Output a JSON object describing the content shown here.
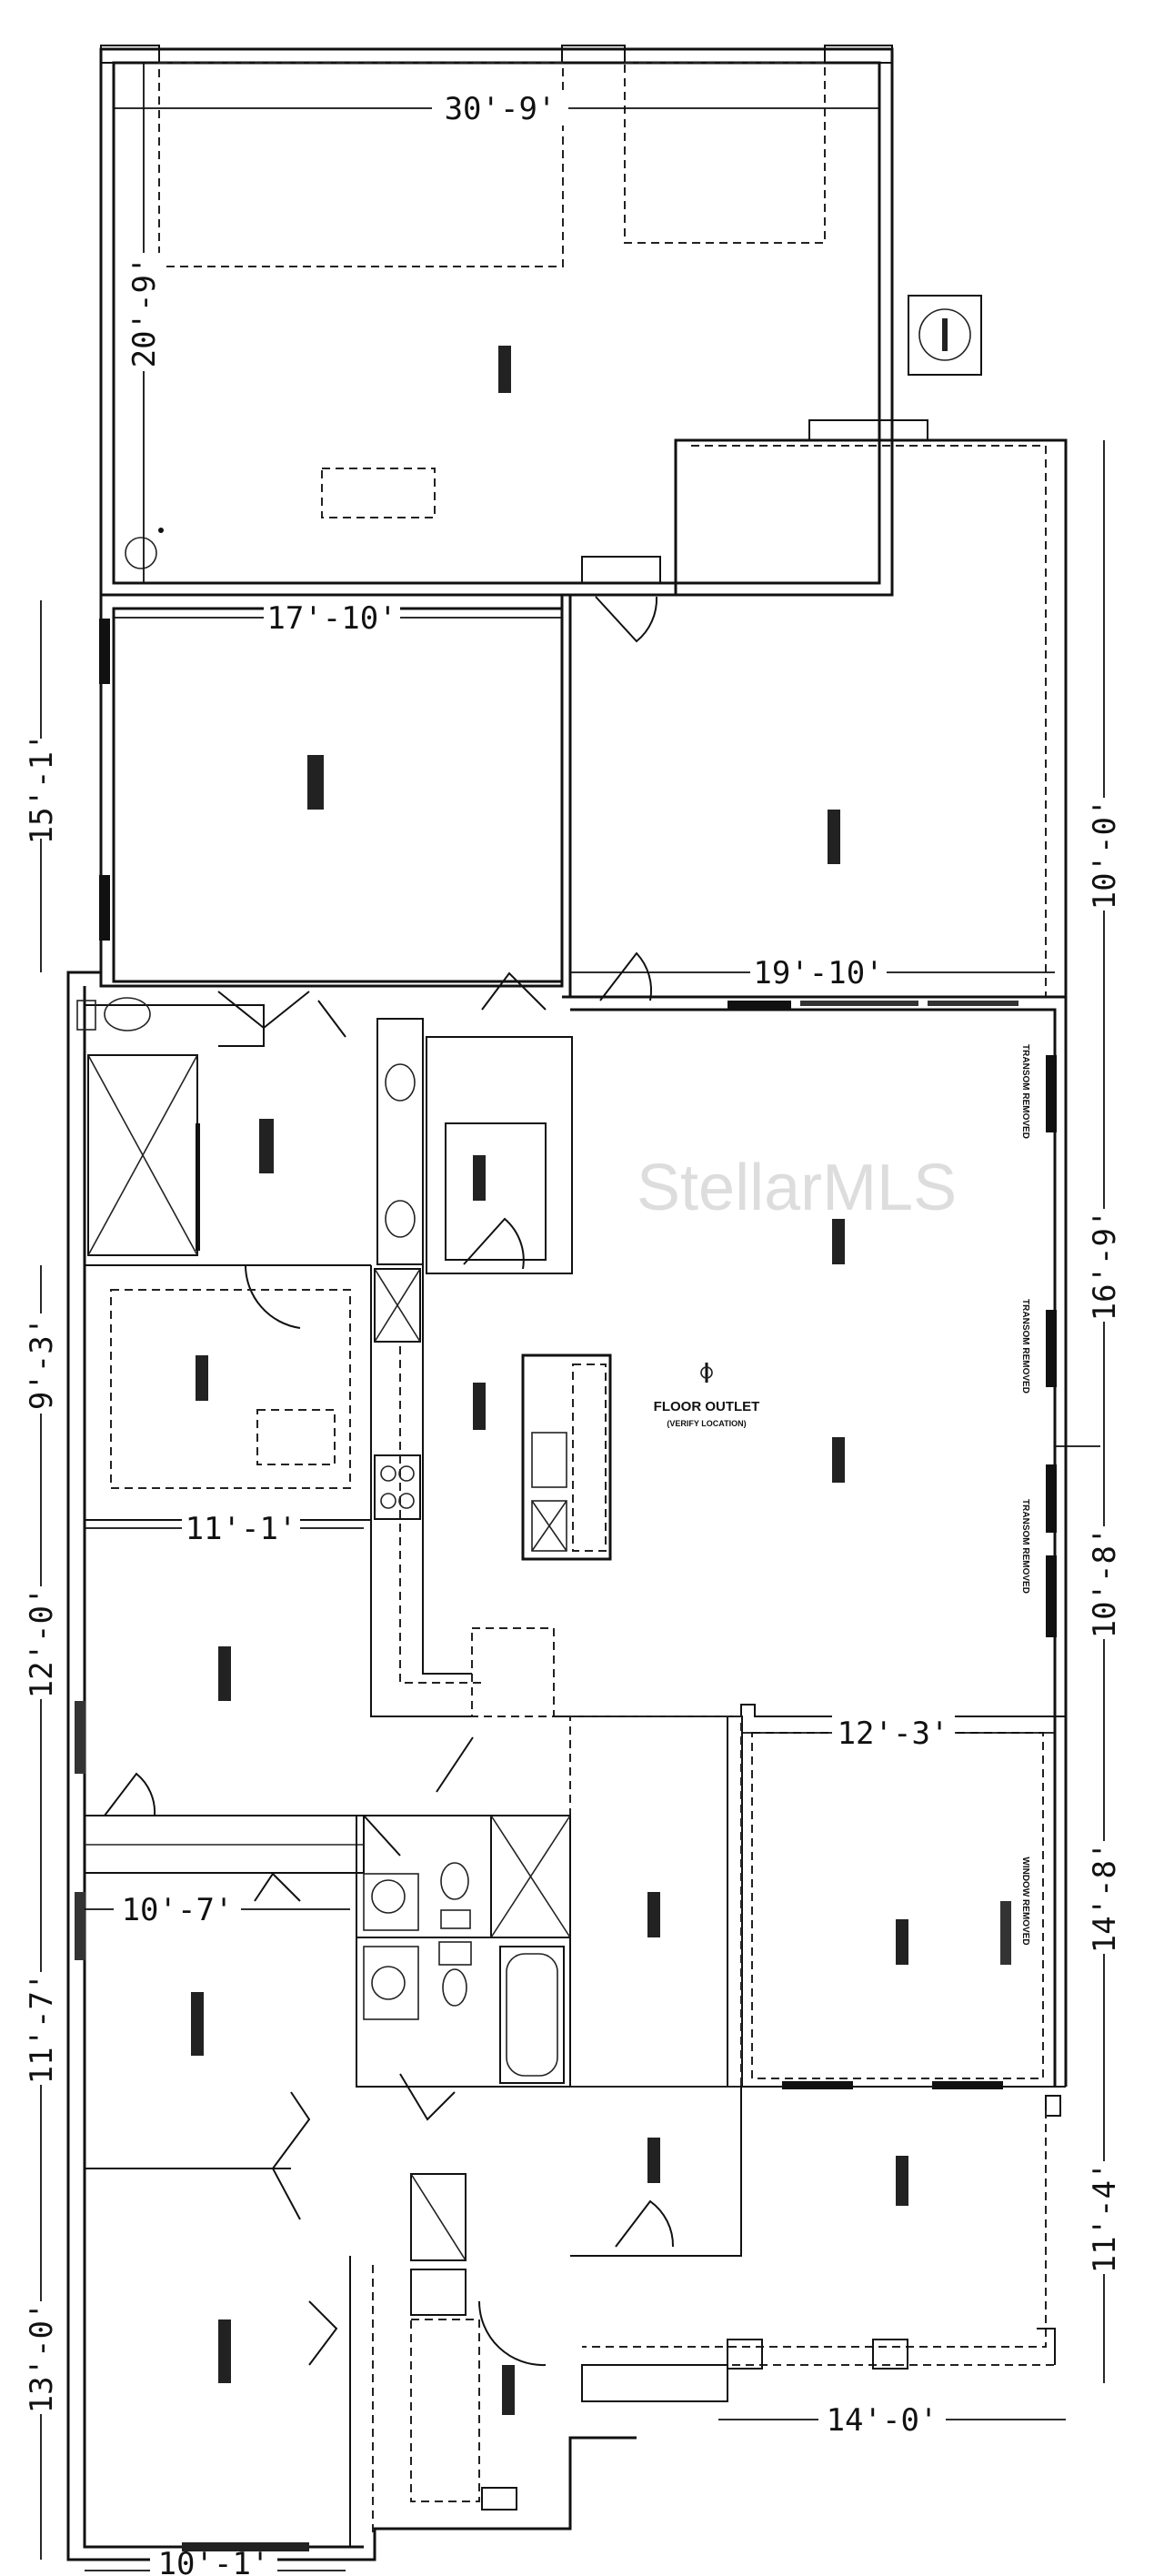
{
  "floor_plan": {
    "dimensions": {
      "garage_width": "30'-9'",
      "garage_depth": "20'-9'",
      "master_width": "17'-10'",
      "master_depth": "15'-1'",
      "patio_width": "19'-10'",
      "patio_depth": "10'-0'",
      "living_depth": "16'-9'",
      "dining_depth": "10'-8'",
      "closet_depth": "9'-3'",
      "bedroom4_width": "11'-1'",
      "bedroom4_depth": "12'-0'",
      "study_width": "12'-3'",
      "study_depth": "14'-8'",
      "bedroom3_width": "10'-7'",
      "bedroom3_depth": "11'-7'",
      "bedroom2_depth": "13'-0'",
      "bedroom2_width": "10'-1'",
      "porch_depth": "11'-4'",
      "porch_width": "14'-0'"
    },
    "annotations": {
      "floor_outlet": "FLOOR OUTLET",
      "floor_outlet_note": "(VERIFY LOCATION)",
      "transom_1": "TRANSOM REMOVED",
      "transom_2": "TRANSOM REMOVED",
      "transom_3": "TRANSOM REMOVED",
      "window_removed": "WINDOW REMOVED"
    },
    "watermark": "StellarMLS"
  }
}
